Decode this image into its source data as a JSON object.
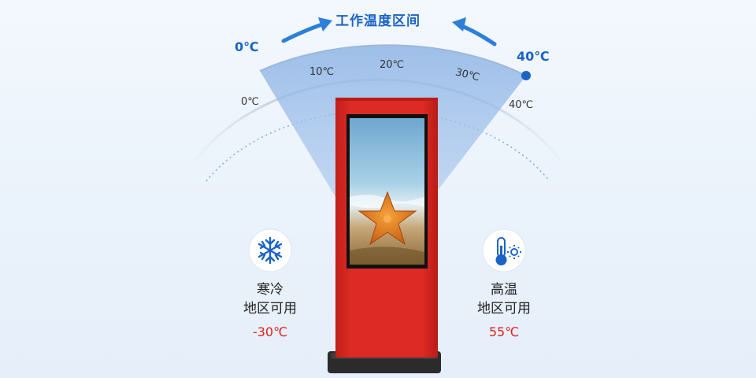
{
  "title": "工作温度区间",
  "range": {
    "min_label": "0℃",
    "max_label": "40℃"
  },
  "scale_ticks": [
    "0℃",
    "10℃",
    "20℃",
    "30℃",
    "40℃"
  ],
  "device": {
    "body_color": "#dd2a24",
    "accent_color": "#1b64c6",
    "screen_image": "starfish-on-beach"
  },
  "cold_zone": {
    "icon": "snowflake-icon",
    "line1": "寒冷",
    "line2": "地区可用",
    "temp": "-30℃"
  },
  "hot_zone": {
    "icon": "thermometer-sun-icon",
    "line1": "高温",
    "line2": "地区可用",
    "temp": "55℃"
  }
}
